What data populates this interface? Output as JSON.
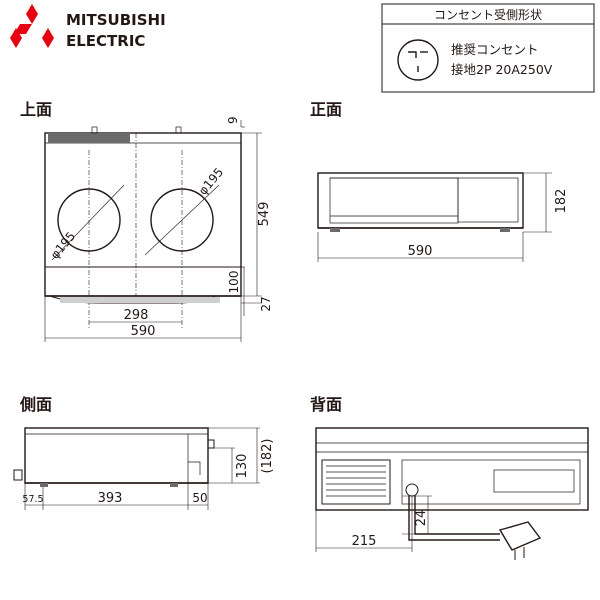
{
  "brand": {
    "name_line1": "MITSUBISHI",
    "name_line2": "ELECTRIC",
    "logo_color": "#e60012"
  },
  "outlet": {
    "title": "コンセント受側形状",
    "line1": "推奨コンセント",
    "line2": "接地2P 20A250V"
  },
  "views": {
    "top": "上面",
    "front": "正面",
    "side": "側面",
    "back": "背面"
  },
  "dimensions": {
    "top_9": "9",
    "top_549": "549",
    "top_100": "100",
    "top_27": "27",
    "top_298": "298",
    "top_590": "590",
    "top_phi_left": "φ195",
    "top_phi_right": "φ195",
    "front_182": "182",
    "front_590": "590",
    "side_130": "130",
    "side_182": "(182)",
    "side_57_5": "57.5",
    "side_393": "393",
    "side_50": "50",
    "back_215": "215",
    "back_24": "24"
  }
}
